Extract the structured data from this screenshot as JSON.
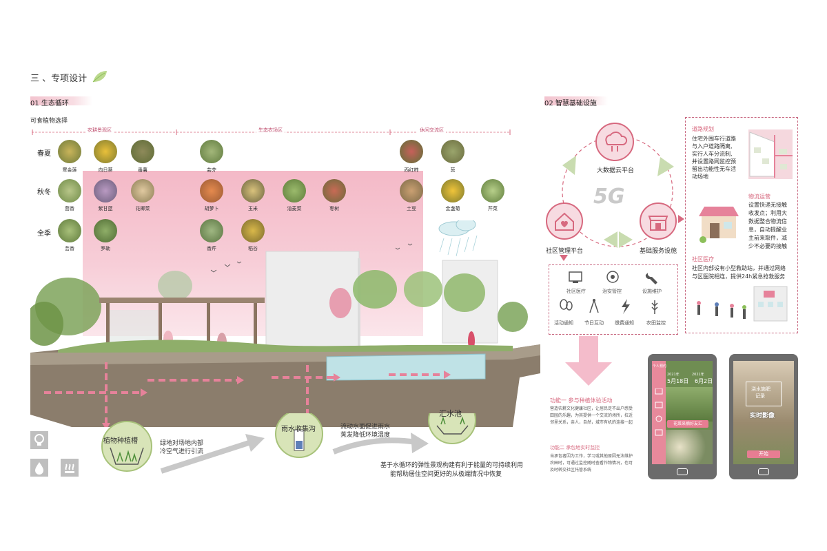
{
  "header": {
    "title": "三 、专项设计"
  },
  "section1": {
    "title": "01  生态循环",
    "subtitle": "可食植物选择",
    "zones": [
      "农耕景观区",
      "生态农场区",
      "休闲交流区"
    ],
    "rows": [
      "春夏",
      "秋冬",
      "全季"
    ],
    "plants_row1": [
      "寒金莲",
      "向日葵",
      "番薯",
      "芸芥",
      "西红柿",
      "葱"
    ],
    "plants_row2": [
      "茴香",
      "紫甘蓝",
      "花椰菜",
      "胡萝卜",
      "玉米",
      "油麦菜",
      "枣树",
      "土豆",
      "金盏菊",
      "芹菜"
    ],
    "plants_row3": [
      "芸香",
      "罗勒",
      "香芹",
      "稻谷"
    ],
    "flow": {
      "label_planting": "植物种植槽",
      "desc_planting_1": "绿地对场地内部",
      "desc_planting_2": "冷空气进行引流",
      "label_rain": "雨水收集沟",
      "desc_rain_1": "流动水面促进雨水",
      "desc_rain_2": "蒸发降低环境温度",
      "label_pool": "汇水池",
      "summary_1": "基于水循环的弹性景观构建有利于能量的可持续利用",
      "summary_2": "能帮助居住空间更好的从极端情况中恢复"
    }
  },
  "section2": {
    "title": "02  智慧基础设施",
    "hub_5g": "5G",
    "nodes": {
      "cloud": "大数据云平台",
      "community": "社区管理平台",
      "service": "基础服务设施"
    },
    "mgmt_items": [
      "社区医疗",
      "治安管控",
      "设施维护",
      "活动通知",
      "节日互动",
      "缴费通知",
      "农田监控"
    ],
    "road": {
      "title": "道路规划",
      "text": [
        "住宅外围车行道路",
        "与入户道路隔离,",
        "实行人车分流制,",
        "并设置路网监控预",
        "留出功能性无车活",
        "动场地"
      ]
    },
    "logistics": {
      "title": "物流运营",
      "text": [
        "设置快递无接触",
        "收发点；利用大",
        "数据整合物流信",
        "息，自动提醒业",
        "主前来取件，减",
        "少不必要的接触"
      ]
    },
    "medical": {
      "title": "社区医疗",
      "text": [
        "社区内部设有小型救助站，并通过网络",
        "与区医院相连，提供24h紧急抢救服务"
      ]
    },
    "func1": {
      "title": "功能一   参与种植体验活动",
      "text": [
        "营造农耕文化健康社区，让居民足不出户感受",
        "田园的乐趣，为其提供一个交流的场所，拉近",
        "邻里关系，亲人，自然，城市有机的连接一起"
      ]
    },
    "func2": {
      "title": "功能二   承包地实时监控",
      "text": [
        "当承包者因为工作，学习或其他原因无法维护",
        "农田时，可通过监控随时查看作物情况，也可",
        "及时转交社区托管系统"
      ]
    },
    "phone1": {
      "date1": "5月18日",
      "date2": "6月2日",
      "year1": "2021年",
      "year2": "2021年",
      "banner": "花菜采摘好友汇",
      "header": "个人预约"
    },
    "phone2": {
      "overlay_1": "浇水施肥",
      "overlay_2": "记录",
      "label": "实时影像",
      "button": "开始"
    }
  },
  "colors": {
    "accent": "#d7697f",
    "pink_light": "#f7dbe1",
    "green": "#8cbf5a"
  }
}
